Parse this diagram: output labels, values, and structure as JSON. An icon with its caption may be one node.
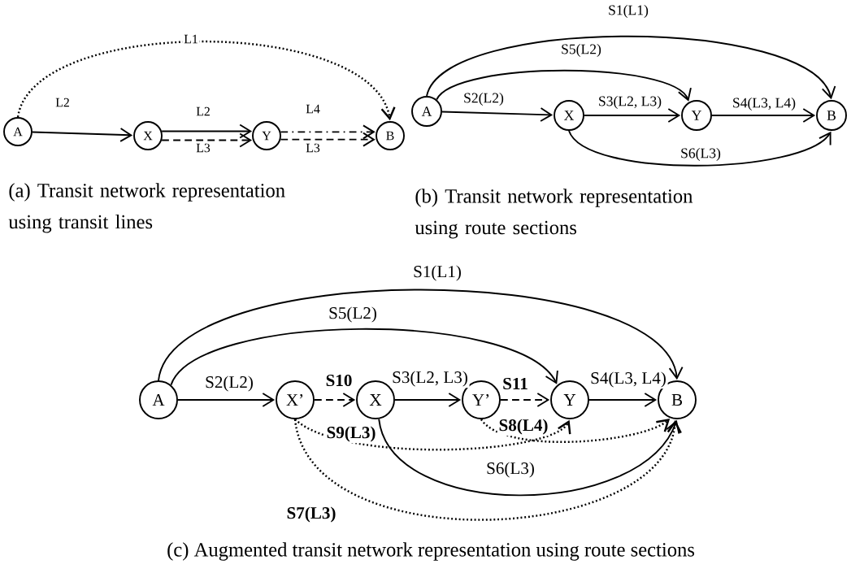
{
  "diagram": {
    "nodes": [
      {
        "text": [
          "A"
        ]
      },
      {
        "text": [
          "X"
        ]
      },
      {
        "text": [
          "Y"
        ]
      },
      {
        "text": [
          "B"
        ]
      },
      {
        "text": [
          "A"
        ]
      },
      {
        "text": [
          "X"
        ]
      },
      {
        "text": [
          "Y"
        ]
      },
      {
        "text": [
          "B"
        ]
      },
      {
        "text": [
          "A"
        ]
      },
      {
        "text": [
          "X’"
        ]
      },
      {
        "text": [
          "X"
        ]
      },
      {
        "text": [
          "Y’"
        ]
      },
      {
        "text": [
          "Y"
        ]
      },
      {
        "text": [
          "B"
        ]
      }
    ],
    "edges": [
      {
        "from": 0,
        "to": 1,
        "arrow": "to",
        "label": "L2"
      },
      {
        "from": 1,
        "to": 2,
        "arrow": "to",
        "label": "L2"
      },
      {
        "from": 1,
        "to": 2,
        "arrow": "to",
        "label": "L3",
        "style": "dashed"
      },
      {
        "from": 2,
        "to": 3,
        "arrow": "to",
        "label": "L4",
        "style": "dashed"
      },
      {
        "from": 2,
        "to": 3,
        "arrow": "to",
        "label": "L3",
        "style": "dashed"
      },
      {
        "from": 0,
        "to": 3,
        "arrow": "to",
        "label": "L1",
        "style": "dashed"
      },
      {
        "from": 4,
        "to": 5,
        "arrow": "to",
        "label": "S2(L2)"
      },
      {
        "from": 5,
        "to": 6,
        "arrow": "to",
        "label": "S3(L2, L3)"
      },
      {
        "from": 6,
        "to": 7,
        "arrow": "to",
        "label": "S4(L3, L4)"
      },
      {
        "from": 4,
        "to": 7,
        "arrow": "to",
        "label": "S1(L1)"
      },
      {
        "from": 4,
        "to": 6,
        "arrow": "to",
        "label": "S5(L2)"
      },
      {
        "from": 5,
        "to": 7,
        "arrow": "to",
        "label": "S6(L3)"
      },
      {
        "from": 8,
        "to": 9,
        "arrow": "to",
        "label": "S2(L2)"
      },
      {
        "from": 9,
        "to": 10,
        "arrow": "to",
        "label": "S10",
        "style": "dashed"
      },
      {
        "from": 10,
        "to": 11,
        "arrow": "to",
        "label": "S3(L2, L3)"
      },
      {
        "from": 11,
        "to": 12,
        "arrow": "to",
        "label": "S11",
        "style": "dashed"
      },
      {
        "from": 12,
        "to": 13,
        "arrow": "to",
        "label": "S4(L3, L4)"
      },
      {
        "from": 8,
        "to": 13,
        "arrow": "to",
        "label": "S1(L1)"
      },
      {
        "from": 8,
        "to": 12,
        "arrow": "to",
        "label": "S5(L2)"
      },
      {
        "from": 9,
        "to": 12,
        "arrow": "to",
        "label": "S9(L3)",
        "style": "dashed"
      },
      {
        "from": 11,
        "to": 13,
        "arrow": "to",
        "label": "S8(L4)",
        "style": "dashed"
      },
      {
        "from": 10,
        "to": 13,
        "arrow": "to",
        "label": "S6(L3)"
      },
      {
        "from": 9,
        "to": 13,
        "arrow": "to",
        "label": "S7(L3)",
        "style": "dashed"
      }
    ],
    "labels": [
      "(a) Transit network representation using transit lines",
      "(b) Transit network representation using route sections",
      "(c) Augmented transit network representation using route sections"
    ]
  }
}
